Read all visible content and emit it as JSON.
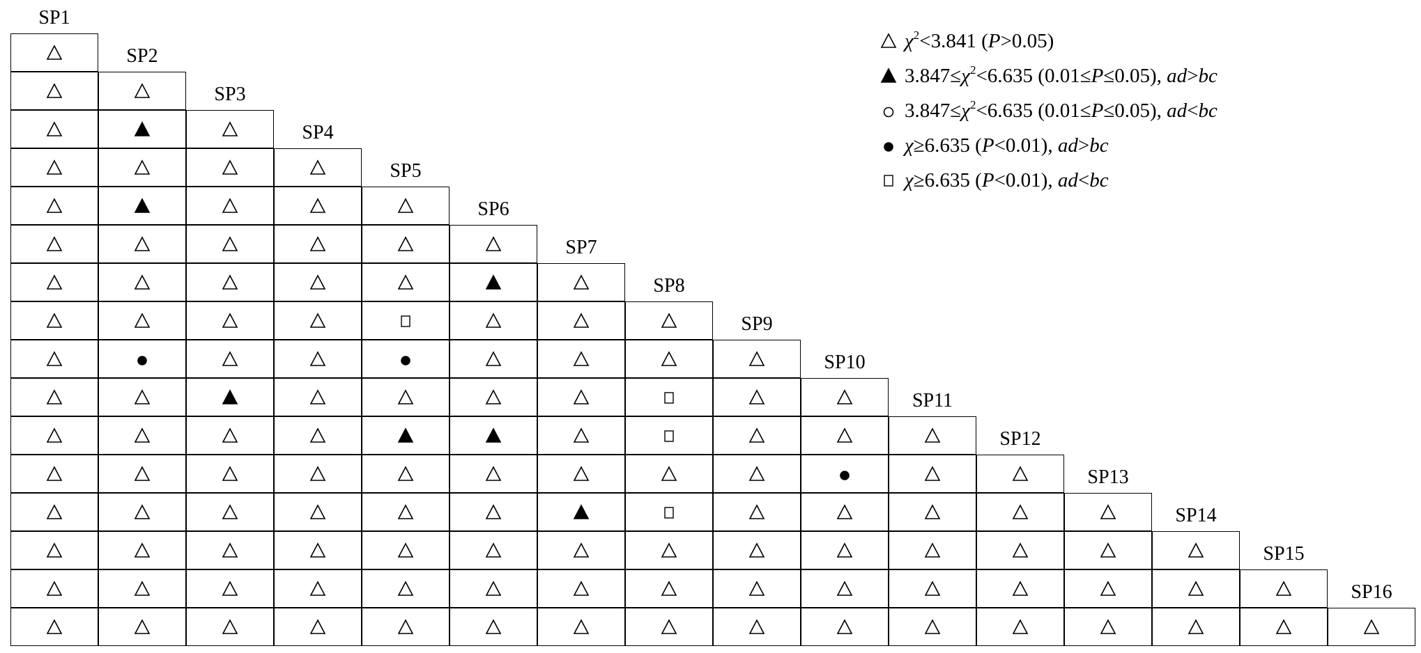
{
  "species": [
    "SP1",
    "SP2",
    "SP3",
    "SP4",
    "SP5",
    "SP6",
    "SP7",
    "SP8",
    "SP9",
    "SP10",
    "SP11",
    "SP12",
    "SP13",
    "SP14",
    "SP15",
    "SP16"
  ],
  "matrix": [
    [
      "open-triangle"
    ],
    [
      "open-triangle",
      "open-triangle"
    ],
    [
      "open-triangle",
      "filled-triangle",
      "open-triangle"
    ],
    [
      "open-triangle",
      "open-triangle",
      "open-triangle",
      "open-triangle"
    ],
    [
      "open-triangle",
      "filled-triangle",
      "open-triangle",
      "open-triangle",
      "open-triangle"
    ],
    [
      "open-triangle",
      "open-triangle",
      "open-triangle",
      "open-triangle",
      "open-triangle",
      "open-triangle"
    ],
    [
      "open-triangle",
      "open-triangle",
      "open-triangle",
      "open-triangle",
      "open-triangle",
      "filled-triangle",
      "open-triangle"
    ],
    [
      "open-triangle",
      "open-triangle",
      "open-triangle",
      "open-triangle",
      "open-square",
      "open-triangle",
      "open-triangle",
      "open-triangle"
    ],
    [
      "open-triangle",
      "filled-circle",
      "open-triangle",
      "open-triangle",
      "filled-circle",
      "open-triangle",
      "open-triangle",
      "open-triangle",
      "open-triangle"
    ],
    [
      "open-triangle",
      "open-triangle",
      "filled-triangle",
      "open-triangle",
      "open-triangle",
      "open-triangle",
      "open-triangle",
      "open-square",
      "open-triangle",
      "open-triangle"
    ],
    [
      "open-triangle",
      "open-triangle",
      "open-triangle",
      "open-triangle",
      "filled-triangle",
      "filled-triangle",
      "open-triangle",
      "open-square",
      "open-triangle",
      "open-triangle",
      "open-triangle"
    ],
    [
      "open-triangle",
      "open-triangle",
      "open-triangle",
      "open-triangle",
      "open-triangle",
      "open-triangle",
      "open-triangle",
      "open-triangle",
      "open-triangle",
      "filled-circle",
      "open-triangle",
      "open-triangle"
    ],
    [
      "open-triangle",
      "open-triangle",
      "open-triangle",
      "open-triangle",
      "open-triangle",
      "open-triangle",
      "filled-triangle",
      "open-square",
      "open-triangle",
      "open-triangle",
      "open-triangle",
      "open-triangle",
      "open-triangle"
    ],
    [
      "open-triangle",
      "open-triangle",
      "open-triangle",
      "open-triangle",
      "open-triangle",
      "open-triangle",
      "open-triangle",
      "open-triangle",
      "open-triangle",
      "open-triangle",
      "open-triangle",
      "open-triangle",
      "open-triangle",
      "open-triangle"
    ],
    [
      "open-triangle",
      "open-triangle",
      "open-triangle",
      "open-triangle",
      "open-triangle",
      "open-triangle",
      "open-triangle",
      "open-triangle",
      "open-triangle",
      "open-triangle",
      "open-triangle",
      "open-triangle",
      "open-triangle",
      "open-triangle",
      "open-triangle"
    ],
    [
      "open-triangle",
      "open-triangle",
      "open-triangle",
      "open-triangle",
      "open-triangle",
      "open-triangle",
      "open-triangle",
      "open-triangle",
      "open-triangle",
      "open-triangle",
      "open-triangle",
      "open-triangle",
      "open-triangle",
      "open-triangle",
      "open-triangle",
      "open-triangle"
    ]
  ],
  "legend": [
    {
      "symbol": "open-triangle",
      "parts": [
        {
          "t": "χ",
          "i": true
        },
        {
          "t": "2",
          "sup": true
        },
        {
          "t": "<3.841 ("
        },
        {
          "t": "P",
          "i": true
        },
        {
          "t": ">0.05)"
        }
      ]
    },
    {
      "symbol": "filled-triangle",
      "parts": [
        {
          "t": "3.847≤"
        },
        {
          "t": "χ",
          "i": true
        },
        {
          "t": "2",
          "sup": true
        },
        {
          "t": "<6.635 (0.01≤"
        },
        {
          "t": "P",
          "i": true
        },
        {
          "t": "≤0.05), "
        },
        {
          "t": "ad",
          "i": true
        },
        {
          "t": ">"
        },
        {
          "t": "bc",
          "i": true
        }
      ]
    },
    {
      "symbol": "open-circle",
      "parts": [
        {
          "t": "3.847≤"
        },
        {
          "t": "χ",
          "i": true
        },
        {
          "t": "2",
          "sup": true
        },
        {
          "t": "<6.635 (0.01≤"
        },
        {
          "t": "P",
          "i": true
        },
        {
          "t": "≤0.05), "
        },
        {
          "t": "ad",
          "i": true
        },
        {
          "t": "<"
        },
        {
          "t": "bc",
          "i": true
        }
      ]
    },
    {
      "symbol": "filled-circle",
      "parts": [
        {
          "t": "χ",
          "i": true
        },
        {
          "t": "≥6.635 ("
        },
        {
          "t": "P",
          "i": true
        },
        {
          "t": "<0.01), "
        },
        {
          "t": "ad",
          "i": true
        },
        {
          "t": ">"
        },
        {
          "t": "bc",
          "i": true
        }
      ]
    },
    {
      "symbol": "open-square",
      "parts": [
        {
          "t": "χ",
          "i": true
        },
        {
          "t": "≥6.635 ("
        },
        {
          "t": "P",
          "i": true
        },
        {
          "t": "<0.01), "
        },
        {
          "t": "ad",
          "i": true
        },
        {
          "t": "<"
        },
        {
          "t": "bc",
          "i": true
        }
      ]
    }
  ]
}
